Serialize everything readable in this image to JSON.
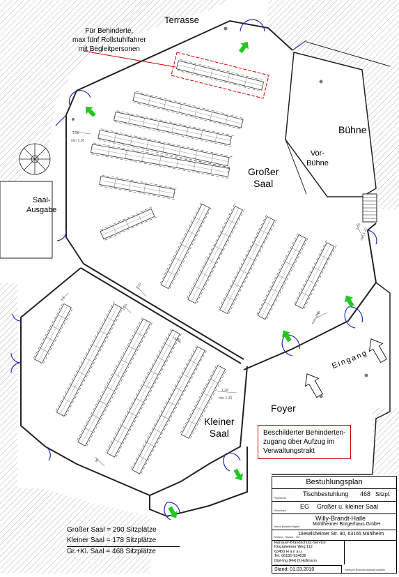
{
  "rooms": {
    "terrasse": "Terrasse",
    "buehne": "Bühne",
    "vorbuehne": [
      "Vor-",
      "Bühne"
    ],
    "grosser_saal": [
      "Großer",
      "Saal"
    ],
    "saal_ausgabe": [
      "Saal-",
      "Ausgabe"
    ],
    "kleiner_saal": [
      "Kleiner",
      "Saal"
    ],
    "foyer": "Foyer",
    "eingang": "Eingang"
  },
  "notes": {
    "wheelchair": [
      "Für Behinderte,",
      "max fünf Rollstuhlfahrer",
      "mit Begleitpersonen"
    ],
    "accessible_entry": [
      "Beschilderter Behinderten-",
      "zugang über Aufzug im",
      "Verwaltungstrakt"
    ]
  },
  "dimensions": {
    "d1": "1.56",
    "d1_min": "min 1.20",
    "d2": "1.08",
    "d2_min": "min 1.20",
    "d3": "1.20",
    "d4": "1.45",
    "d4_min": "min 1.20",
    "d5": "1.2",
    "d6": "1.05",
    "d7": "1.50",
    "d8": "1.28",
    "d8_min": "min 1.20",
    "d9": "90"
  },
  "summary": {
    "grosser": "Großer Saal",
    "grosser_val": "= 290 Sitzplätze",
    "kleiner": "Kleiner Saal",
    "kleiner_val": "= 178 Sitzplätze",
    "total": "Gr.+Kl. Saal",
    "total_val": "= 468 Sitzplätze"
  },
  "titleblock": {
    "title": "Bestuhlungsplan",
    "planinhalt_tag": "Planinhalt",
    "planinhalt": "Tischbestuhlung",
    "count": "468",
    "count_unit": "Sitzpl.",
    "geschoss_tag": "Geschoss",
    "geschoss": "EG",
    "geschoss_desc": "Großer u. kleiner Saal",
    "name_tag": "Name Betrieb/Objekt",
    "name1": "Willy-Brandt-Halle",
    "name2": "Mühlheimer Bürgerhaus GmbH",
    "address_tag": "Strasse, Hausnr., Ort",
    "address": "Dieselsheimer Str. 90, 63165 Mühlheim",
    "planer": [
      "Hanauer-Brandschutz-Service",
      "Kinzigheimer Weg 112",
      "63450   H a n a u",
      "Tel. 06181-934636",
      "Dipl-Ing (FH)  D.Hofmann"
    ],
    "planer_tag": "Planersteller",
    "stand": "Stand:  01.03.2010",
    "stempel": "Stempel Brandschutzdienststelle"
  },
  "colors": {
    "wall": "#222222",
    "hatch": "#9a9a9a",
    "door": "#1f2dbd",
    "arrow": "#22c81e",
    "note_border": "#d40000",
    "chair": "#555555",
    "dim": "#777777"
  }
}
